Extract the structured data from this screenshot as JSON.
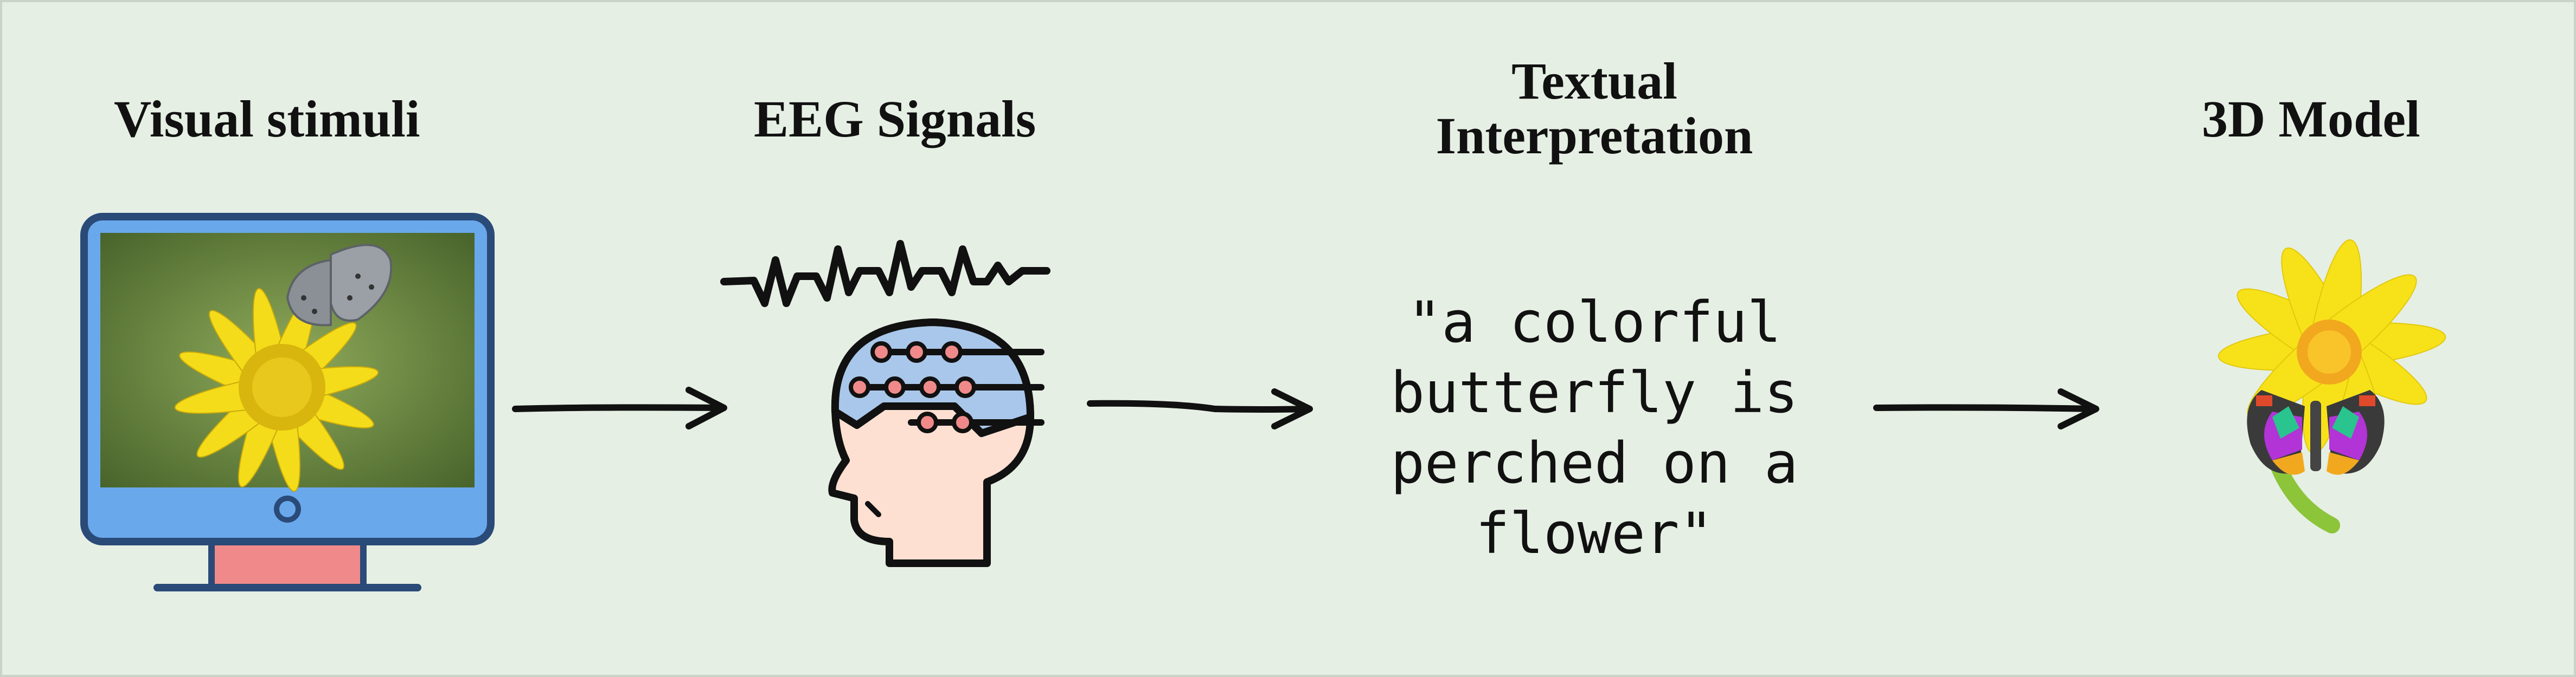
{
  "stages": [
    {
      "title": "Visual stimuli",
      "icon": "monitor-with-butterfly-on-flower"
    },
    {
      "title": "EEG Signals",
      "icon": "brain-head-with-eeg-wave"
    },
    {
      "title_line1": "Textual",
      "title_line2": "Interpretation"
    },
    {
      "title": "3D Model",
      "icon": "3d-butterfly-on-flower"
    }
  ],
  "caption": {
    "line1": "\"a colorful",
    "line2": "butterfly is",
    "line3": "perched on a",
    "line4": "flower\""
  },
  "colors": {
    "background": "#e6efe4",
    "monitor_frame": "#6aa8ec",
    "monitor_stand": "#f08a8a",
    "head_skin": "#fde0d2",
    "brain": "#a9c7ea",
    "electrode": "#f08a8a",
    "flower_yellow": "#f4dc1a"
  }
}
